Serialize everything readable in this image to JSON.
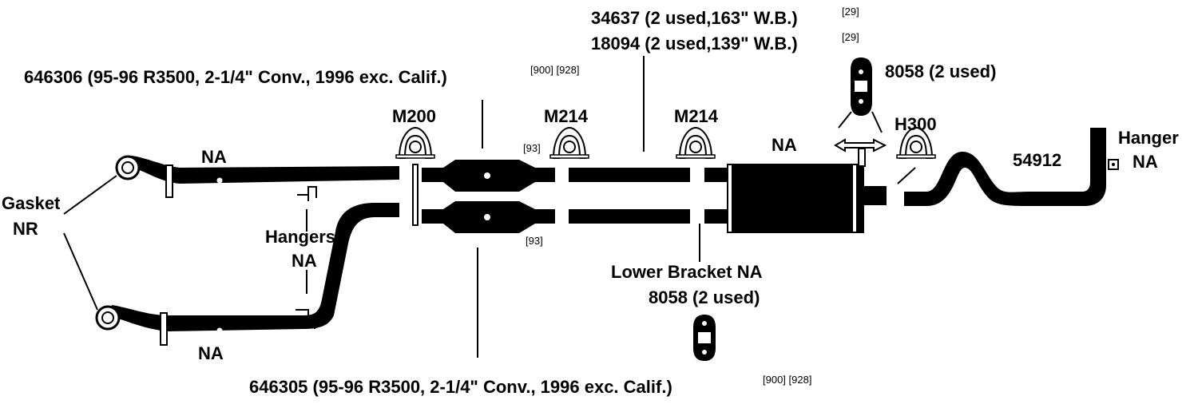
{
  "labels": {
    "part_646306": "646306 (95-96 R3500, 2-1/4\" Conv., 1996 exc. Calif.)",
    "part_646306_refs": "[900] [928]",
    "part_34637": "34637 (2 used,163\" W.B.)",
    "part_34637_ref": "[29]",
    "part_18094": "18094 (2 used,139\" W.B.)",
    "part_18094_ref": "[29]",
    "hanger_8058_top": "8058 (2 used)",
    "clamp_m200": "M200",
    "clamp_m214_a": "M214",
    "clamp_m214_a_ref": "[93]",
    "clamp_m214_b": "M214",
    "clamp_h300": "H300",
    "muffler_na": "NA",
    "part_54912": "54912",
    "hanger_right_1": "Hanger",
    "hanger_right_2": "NA",
    "gasket_1": "Gasket",
    "gasket_2": "NR",
    "manifold_pipe_upper_na": "NA",
    "manifold_pipe_lower_na": "NA",
    "hangers_1": "Hangers",
    "hangers_2": "NA",
    "lower_converter_ref": "[93]",
    "lower_bracket": "Lower Bracket NA",
    "hanger_8058_bottom": "8058 (2 used)",
    "part_646305": "646305 (95-96 R3500, 2-1/4\" Conv., 1996 exc. Calif.)",
    "part_646305_refs": "[900] [928]"
  }
}
